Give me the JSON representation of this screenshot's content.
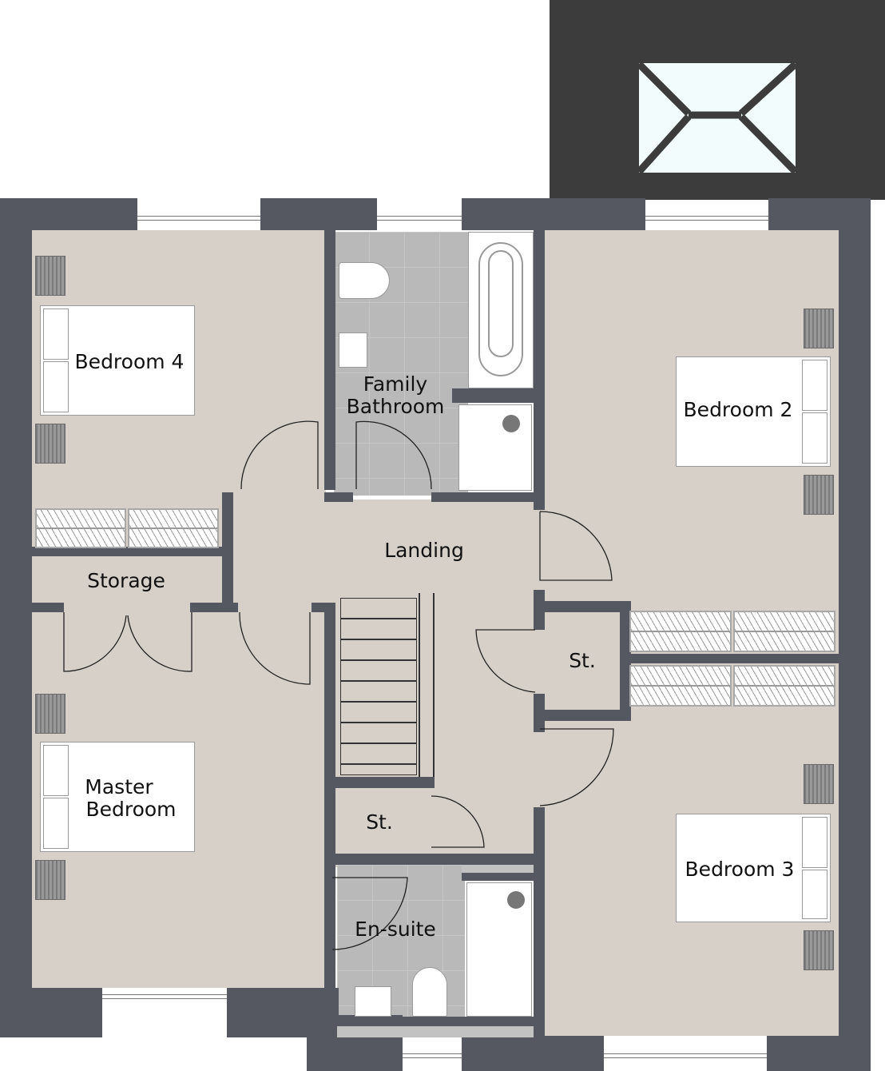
{
  "floorplan": {
    "rooms": {
      "bedroom4": "Bedroom 4",
      "family_bathroom_line1": "Family",
      "family_bathroom_line2": "Bathroom",
      "bedroom2": "Bedroom 2",
      "landing": "Landing",
      "storage": "Storage",
      "store_right": "St.",
      "store_left": "St.",
      "master_line1": "Master",
      "master_line2": "Bedroom",
      "bedroom3": "Bedroom 3",
      "ensuite": "En-suite"
    },
    "colors": {
      "wall": "#565861",
      "roof": "#3c3c3c",
      "carpet": "#d7d0c8",
      "tile": "#b9b9b9",
      "skylight_glass": "#f2fcfd"
    }
  }
}
